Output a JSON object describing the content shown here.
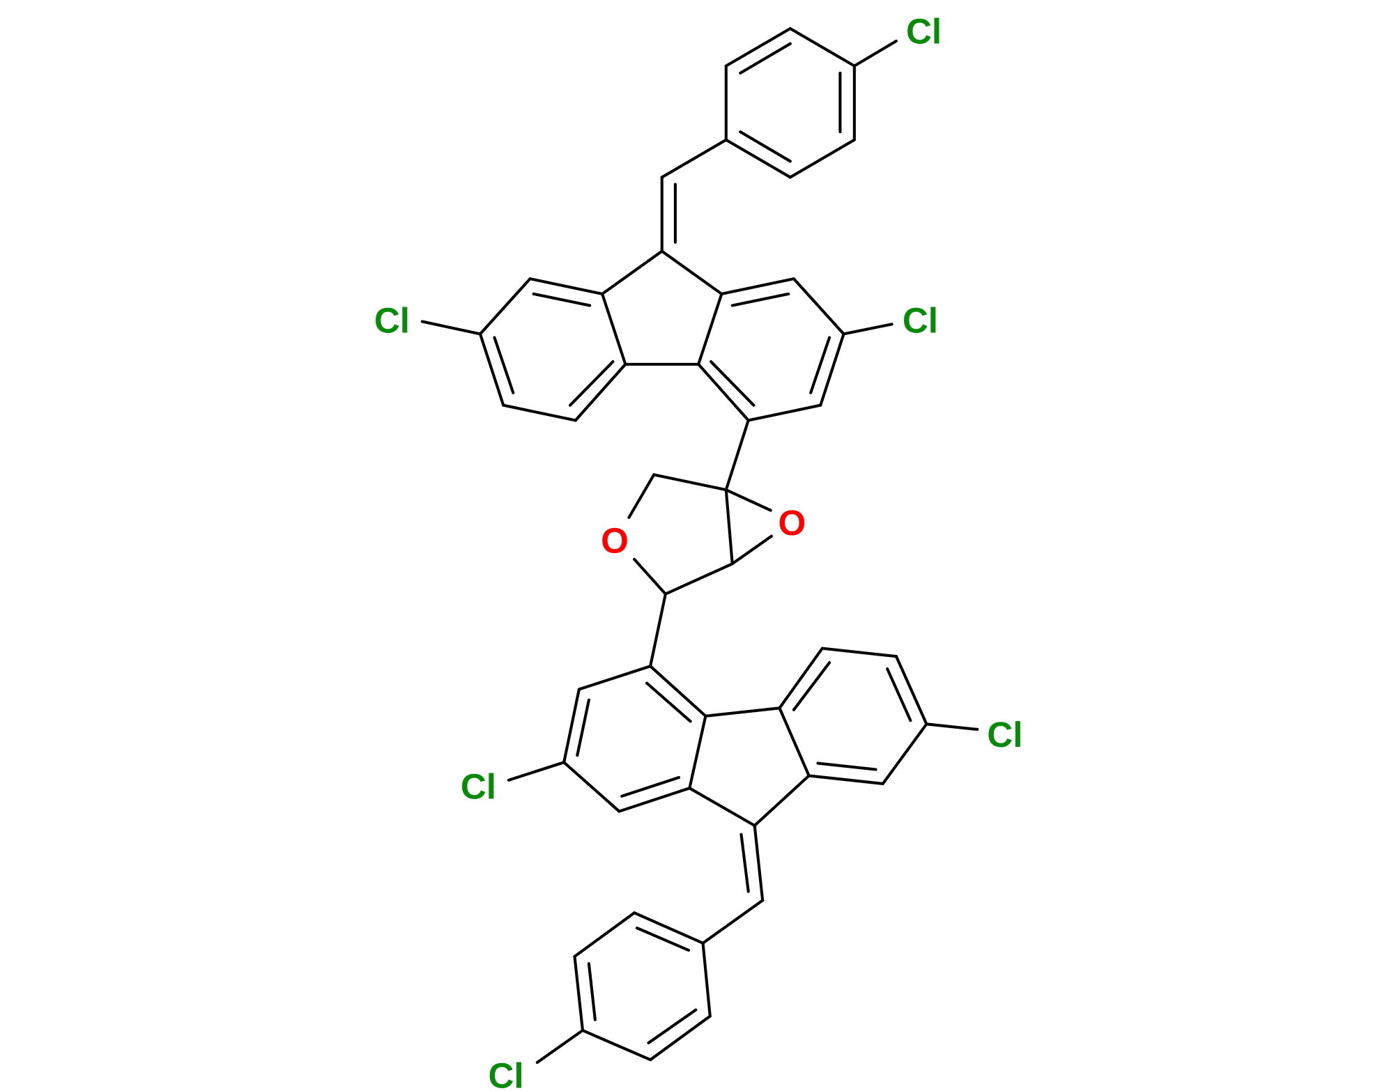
{
  "title": "Chemical structure",
  "colors": {
    "chlorine": "#0a8a0a",
    "oxygen": "#ff0000",
    "bond": "#000000"
  },
  "atoms": {
    "cl_top": "Cl",
    "cl_upper_left": "Cl",
    "cl_upper_right": "Cl",
    "o_ring": "O",
    "o_epoxide": "O",
    "cl_lower_right": "Cl",
    "cl_lower_left": "Cl",
    "cl_bottom": "Cl"
  }
}
